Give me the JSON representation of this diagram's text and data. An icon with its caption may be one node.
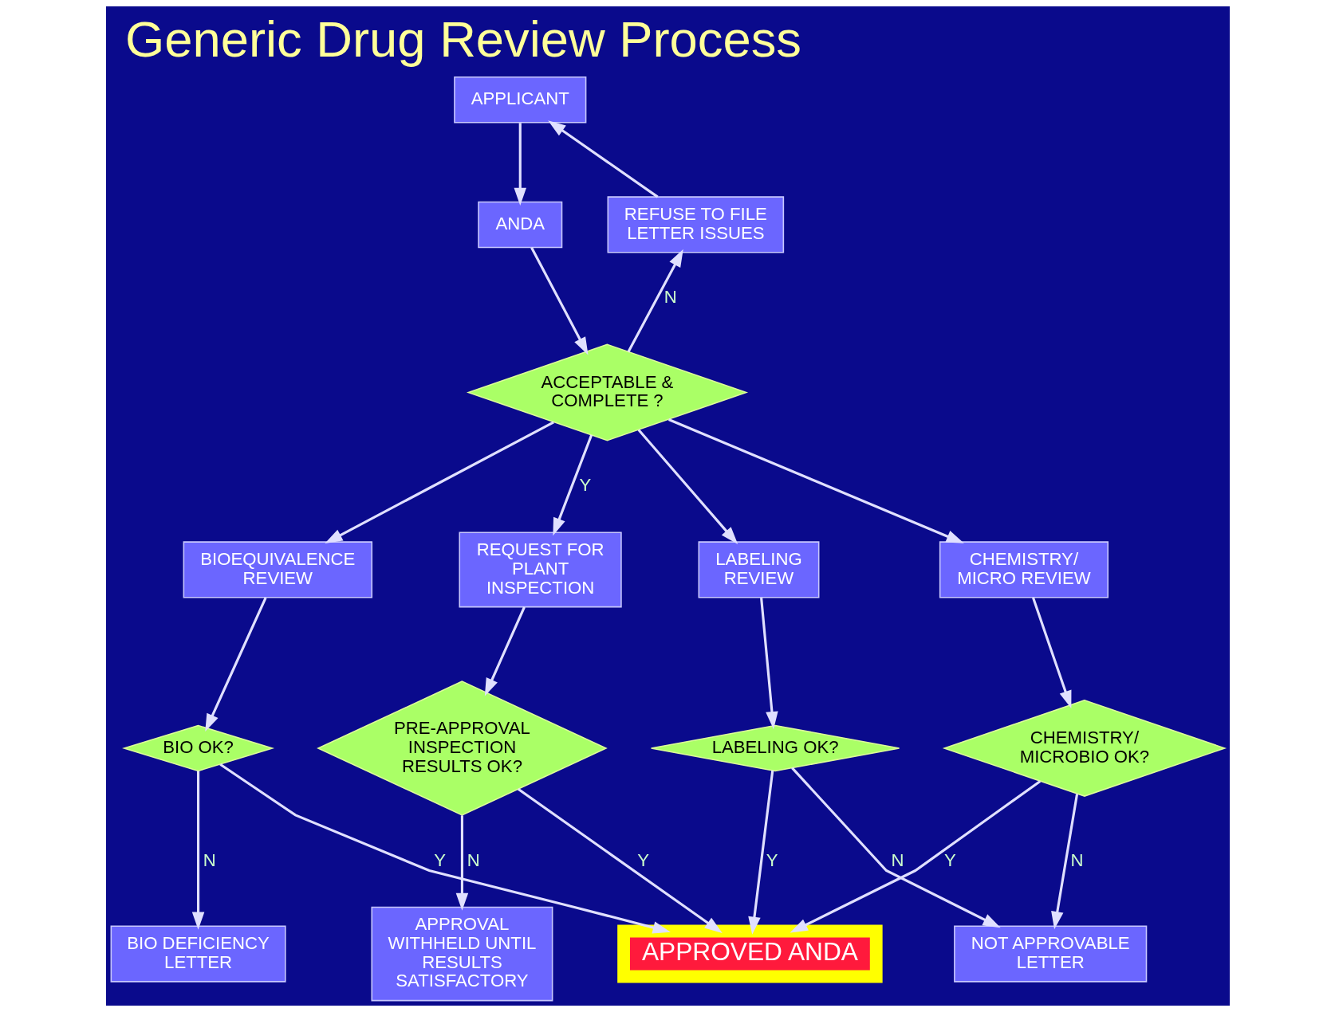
{
  "diagram": {
    "title": "Generic Drug Review Process",
    "nodes": [
      {
        "text": [
          "APPLICANT"
        ]
      },
      {
        "text": [
          "ANDA"
        ]
      },
      {
        "text": [
          "REFUSE TO FILE LETTER ISSUES"
        ]
      },
      {
        "text": [
          "ACCEPTABLE & COMPLETE ?"
        ]
      },
      {
        "text": [
          "REQUEST FOR PLANT INSPECTION"
        ]
      },
      {
        "text": [
          "CHEMISTRY/ MICRO REVIEW"
        ]
      },
      {
        "text": [
          "LABELING REVIEW"
        ]
      },
      {
        "text": [
          "BIOEQUIVALENCE REVIEW"
        ]
      },
      {
        "text": [
          "PRE-APPROVAL INSPECTION RESULTS OK?"
        ]
      },
      {
        "text": [
          "CHEMISTRY/ MICROBIO OK?"
        ]
      },
      {
        "text": [
          "LABELING OK?"
        ]
      },
      {
        "text": [
          "BIO OK?"
        ]
      },
      {
        "text": [
          "APPROVAL WITHHELD UNTIL RESULTS SATISFACTORY"
        ]
      },
      {
        "text": [
          "APPROVED ANDA"
        ]
      },
      {
        "text": [
          "NOT APPROVABLE LETTER"
        ]
      },
      {
        "text": [
          "BIO DEFICIENCY LETTER"
        ]
      }
    ],
    "edges": [
      {
        "from": 0,
        "to": 1,
        "arrow": "to"
      },
      {
        "from": 1,
        "to": 3,
        "arrow": "to"
      },
      {
        "from": 3,
        "to": 2,
        "arrow": "to",
        "label": "N"
      },
      {
        "from": 2,
        "to": 0,
        "arrow": "to"
      },
      {
        "from": 3,
        "to": 4,
        "arrow": "to",
        "label": "Y"
      },
      {
        "from": 3,
        "to": 5,
        "arrow": "to"
      },
      {
        "from": 3,
        "to": 6,
        "arrow": "to"
      },
      {
        "from": 3,
        "to": 7,
        "arrow": "to"
      },
      {
        "from": 4,
        "to": 8,
        "arrow": "to"
      },
      {
        "from": 5,
        "to": 9,
        "arrow": "to"
      },
      {
        "from": 6,
        "to": 10,
        "arrow": "to"
      },
      {
        "from": 7,
        "to": 11,
        "arrow": "to"
      },
      {
        "from": 8,
        "to": 12,
        "arrow": "to",
        "label": "N"
      },
      {
        "from": 8,
        "to": 13,
        "arrow": "to",
        "label": "Y"
      },
      {
        "from": 9,
        "to": 13,
        "arrow": "to",
        "label": "Y"
      },
      {
        "from": 10,
        "to": 13,
        "arrow": "to",
        "label": "Y"
      },
      {
        "from": 11,
        "to": 13,
        "arrow": "to",
        "label": "Y"
      },
      {
        "from": 9,
        "to": 14,
        "arrow": "to",
        "label": "N"
      },
      {
        "from": 10,
        "to": 14,
        "arrow": "to",
        "label": "N"
      },
      {
        "from": 11,
        "to": 15,
        "arrow": "to",
        "label": "N"
      }
    ]
  }
}
